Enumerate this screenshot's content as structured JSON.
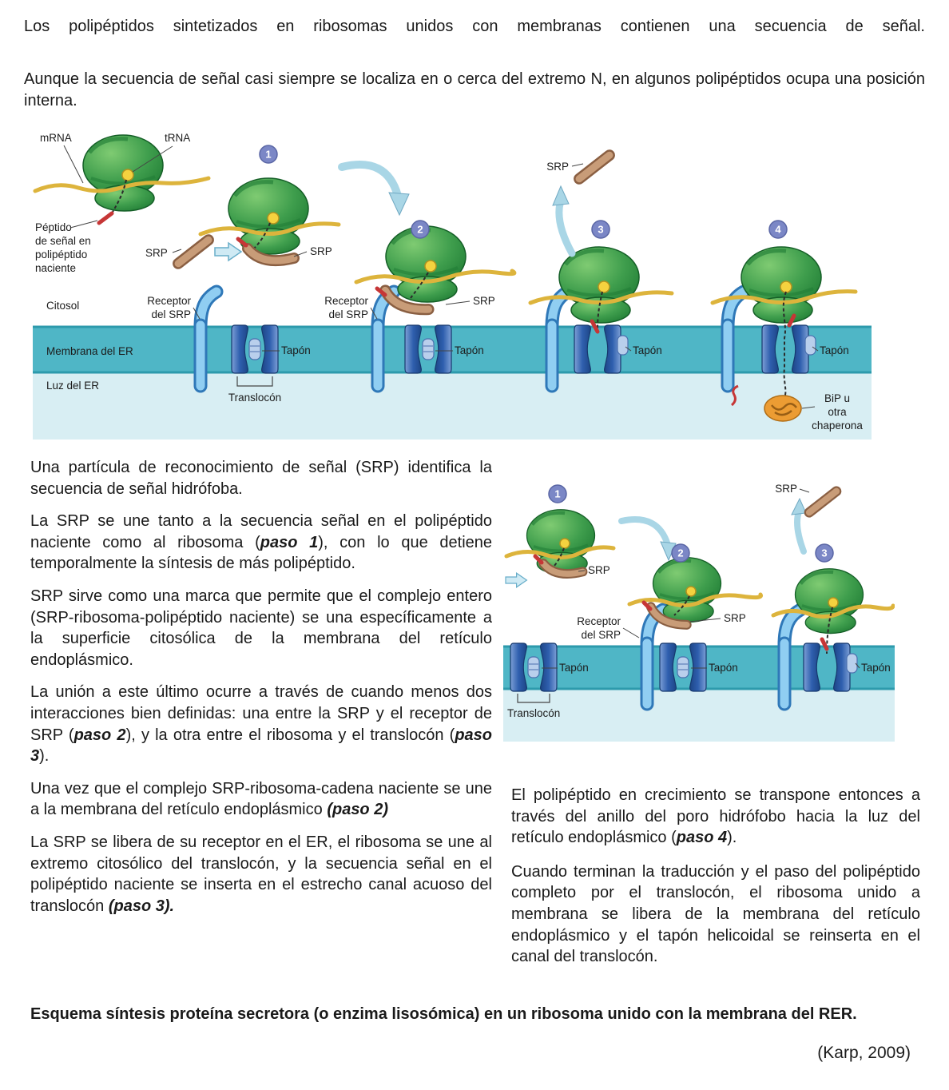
{
  "intro": {
    "p1": "Los polipéptidos sintetizados en ribosomas unidos con membranas contienen una secuencia de señal.",
    "p2": "Aunque la secuencia de señal casi siempre se localiza en o cerca del extremo N, en algunos polipéptidos ocupa una posición interna."
  },
  "figure_main": {
    "step_numbers": {
      "s1": "1",
      "s2": "2",
      "s3": "3",
      "s4": "4"
    },
    "labels": {
      "mrna": "mRNA",
      "trna": "tRNA",
      "peptido_line1": "Péptido",
      "peptido_line2": "de señal en",
      "peptido_line3": "polipéptido",
      "peptido_line4": "naciente",
      "srp": "SRP",
      "receptor_line1": "Receptor",
      "receptor_line2": "del SRP",
      "citosol": "Citosol",
      "membrana_er": "Membrana del ER",
      "luz_er": "Luz del ER",
      "translocon": "Translocón",
      "tapon": "Tapón",
      "bip_line1": "BiP u",
      "bip_line2": "otra",
      "bip_line3": "chaperona"
    }
  },
  "figure_side": {
    "step_numbers": {
      "s1": "1",
      "s2": "2",
      "s3": "3"
    },
    "labels": {
      "srp": "SRP",
      "receptor_line1": "Receptor",
      "receptor_line2": "del SRP",
      "tapon": "Tapón",
      "translocon": "Translocón"
    }
  },
  "left_column": {
    "p1": "Una partícula de reconocimiento de señal (SRP) identifica la secuencia de señal hidrófoba.",
    "p2_a": "La SRP se une tanto a la secuencia señal en el polipéptido naciente como al ribosoma (",
    "p2_b": "paso 1",
    "p2_c": "), con lo que detiene temporalmente la síntesis de más polipéptido.",
    "p3": "SRP sirve como una marca que permite que el complejo entero (SRP-ribosoma-polipéptido naciente) se una específicamente a la superficie citosólica de la membrana del retículo endoplásmico.",
    "p4_a": "La unión a este último ocurre a través de cuando menos dos interacciones bien definidas: una entre la SRP y el receptor de SRP (",
    "p4_b": "paso 2",
    "p4_c": "), y la otra entre el ribosoma y el translocón (",
    "p4_d": "paso 3",
    "p4_e": ").",
    "p5_a": "Una vez que el complejo SRP-ribosoma-cadena naciente se une a la membrana del retículo endoplásmico ",
    "p5_b": "(paso 2)",
    "p6_a": "La SRP se libera de su receptor en el ER, el ribosoma se une al extremo citosólico del translocón, y la secuencia señal en el polipéptido naciente se inserta en el estrecho canal acuoso del translocón ",
    "p6_b": "(paso 3)."
  },
  "right_column": {
    "p1_a": "El polipéptido en crecimiento se transpone entonces a través del anillo del poro hidrófobo hacia la luz del retículo endoplásmico (",
    "p1_b": "paso 4",
    "p1_c": ").",
    "p2": "Cuando terminan la traducción y el paso del polipéptido completo por el translocón, el ribosoma unido a membrana se libera de la membrana del retículo endoplásmico y el tapón helicoidal se reinserta en el canal del translocón."
  },
  "footer": {
    "caption": "Esquema síntesis proteína secretora (o enzima lisosómica) en un ribosoma unido con la membrana del RER.",
    "citation": "(Karp, 2009)"
  },
  "colors": {
    "ribosome_green": "#3f9e4d",
    "mrna_yellow": "#ddb43c",
    "srp_brown": "#c89c78",
    "receptor_blue": "#90cef2",
    "translocon_blue": "#2f5fae",
    "membrane_teal": "#4fb6c6",
    "lumen_blue": "#d8eef3",
    "chaperone_orange": "#ec9c33",
    "signal_red": "#c63636",
    "step_badge": "#7b87c6"
  }
}
